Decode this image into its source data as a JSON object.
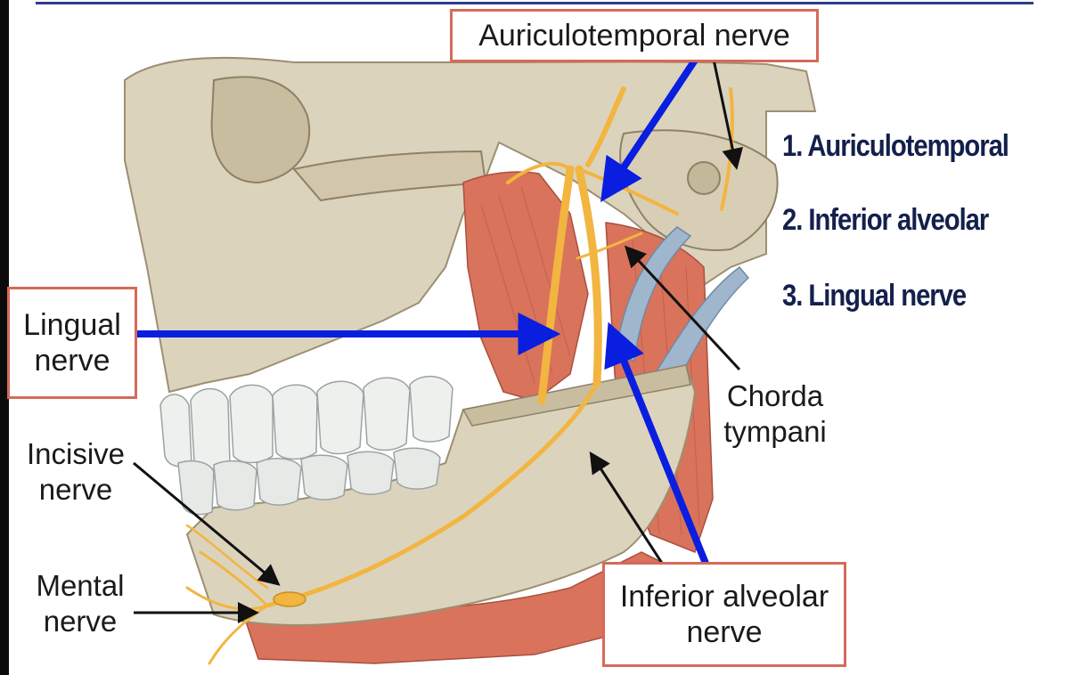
{
  "labels": {
    "auriculotemporal_box": "Auriculotemporal nerve",
    "lingual_box_line1": "Lingual",
    "lingual_box_line2": "nerve",
    "incisive_line1": "Incisive",
    "incisive_line2": "nerve",
    "mental_line1": "Mental",
    "mental_line2": "nerve",
    "chorda_line1": "Chorda",
    "chorda_line2": "tympani",
    "inferior_alveolar_line1": "Inferior alveolar",
    "inferior_alveolar_line2": "nerve"
  },
  "list": [
    "1. Auriculotemporal",
    "2. Inferior alveolar",
    "3. Lingual nerve"
  ],
  "colors": {
    "bone": "#dcd3bd",
    "bone_shadow": "#b8ab8e",
    "muscle": "#d9735c",
    "nerve": "#f2b540",
    "vessel": "#9fb6cc",
    "blue_arrow": "#0a1ee0",
    "label_border": "#d66a5a",
    "list_text": "#14204c"
  }
}
